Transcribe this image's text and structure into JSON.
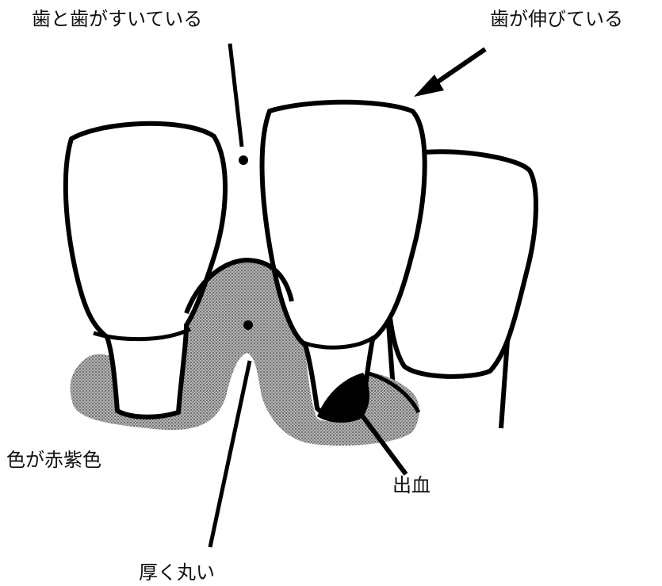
{
  "labels": {
    "teeth_gap": "歯と歯がすいている",
    "tooth_elongated": "歯が伸びている",
    "gum_color": "色が赤紫色",
    "bleeding": "出血",
    "thick_round": "厚く丸い"
  },
  "colors": {
    "outline": "#000000",
    "gum_fill": "#9a9a9a",
    "tooth_fill": "#ffffff",
    "blood": "#000000"
  }
}
